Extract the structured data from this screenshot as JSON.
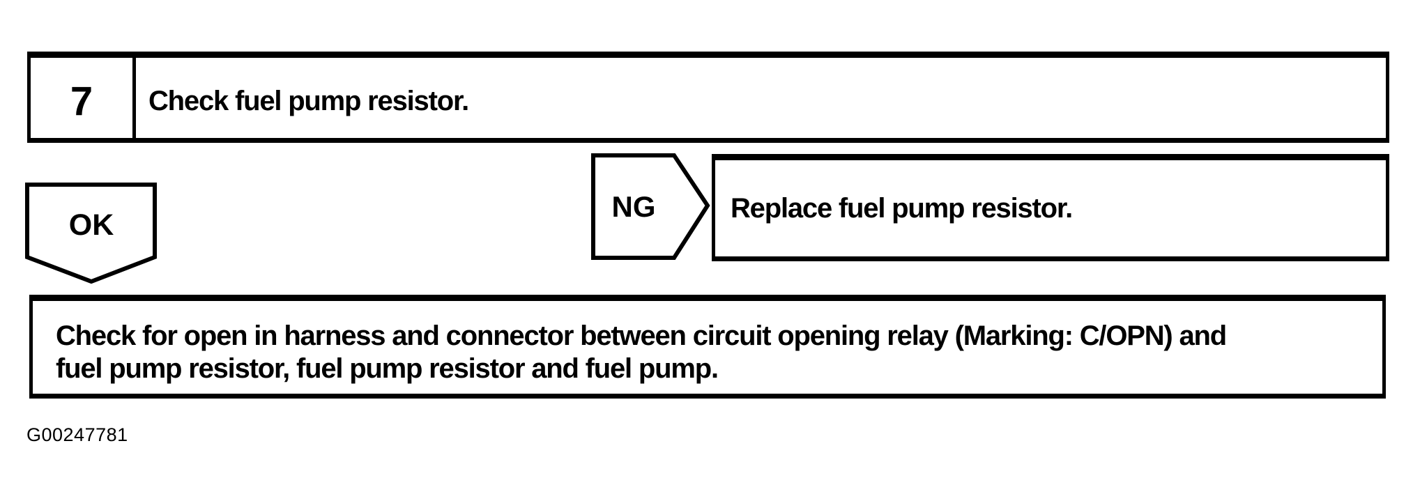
{
  "colors": {
    "ink": "#000000",
    "paper": "#ffffff"
  },
  "flowchart": {
    "step": {
      "number": "7",
      "instruction": "Check fuel pump resistor."
    },
    "ng": {
      "label": "NG",
      "action": "Replace fuel pump resistor."
    },
    "ok": {
      "label": "OK"
    },
    "result": {
      "line1": "Check for open in harness and connector between circuit opening relay (Marking: C/OPN) and",
      "line2": "fuel pump resistor, fuel pump resistor and fuel pump."
    },
    "figure_id": "G00247781"
  }
}
